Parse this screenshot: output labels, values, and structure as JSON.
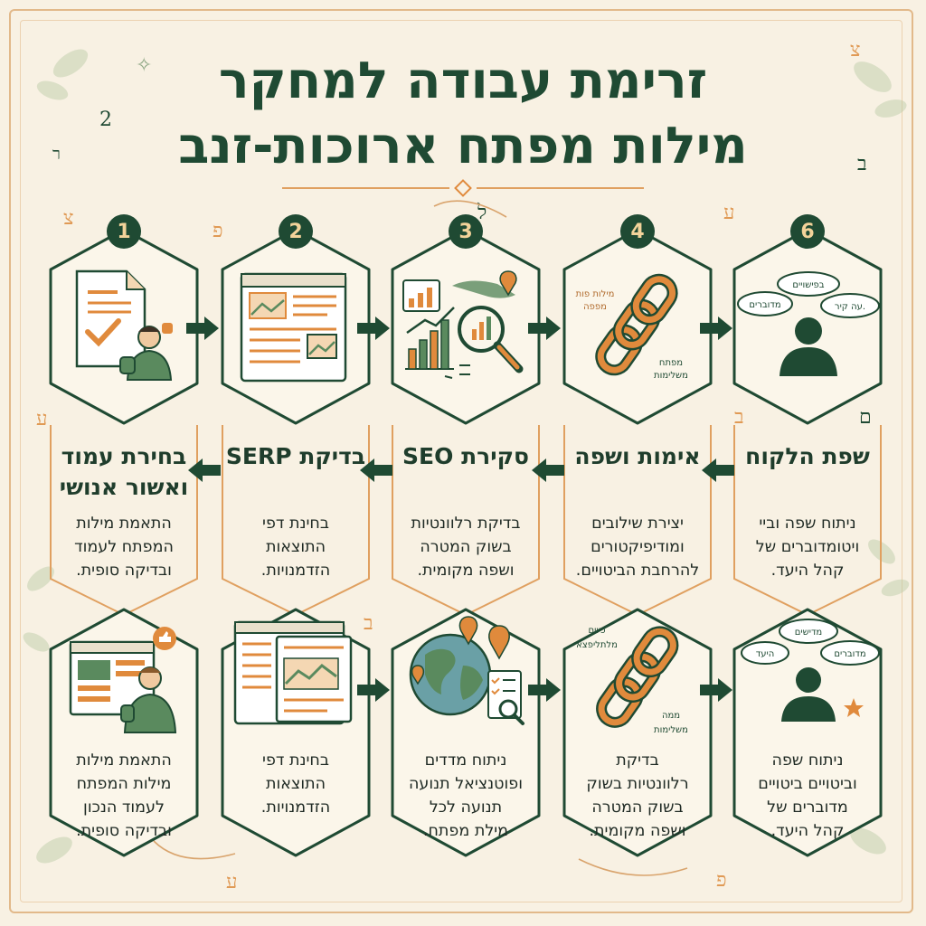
{
  "title": {
    "line1": "זרימת עבודה למחקר",
    "line2": "מילות מפתח ארוכות-זנב"
  },
  "steps": [
    {
      "number": "1",
      "title": "בחירת עמוד ואשור אנושי",
      "desc": "התאמת מילות\nהמפתח לעמוד\nובדיקה סופית."
    },
    {
      "number": "2",
      "title": "בדיקת SERP",
      "desc": "בחינת דפי\nהתוצאות\nהזדמנויות."
    },
    {
      "number": "3",
      "title": "סקירת SEO",
      "desc": "בדיקת רלוונטיות\nבשוק המטרה\nושפה מקומית."
    },
    {
      "number": "4",
      "title": "אימות ושפה",
      "desc": "יצירת שילובים\nומודיפיקטורים\nלהרחבת הביטויים."
    },
    {
      "number": "6",
      "title": "שפת הלקוח",
      "desc": "ניתוח שפה וביי\nויטומדוברים של\nקהל היעד."
    }
  ],
  "bottom_steps": [
    {
      "desc": "התאמת מילות\nמילות המפתח\nלעמוד הנכון\nובדיקה סופית."
    },
    {
      "desc": "בחינת דפי\nהתוצאות\nהזדמנויות."
    },
    {
      "desc": "ניתוח מדדים\nופוטנציאל תנועה\nתנועה לכל\nמילת מפתח."
    },
    {
      "desc": "בדיקת\nרלוונטיות בשוק\nבשוק המטרה\nושפה מקומית."
    },
    {
      "desc": "ניתוח שפה\nוביטויים ביטויים\nמדוברים של\nקהל היעד."
    }
  ],
  "icon_labels": {
    "chain_top_a": "מילות פות",
    "chain_top_a2": "מפפה",
    "chain_top_b": "מפתח",
    "chain_top_b2": "משלימות",
    "bubble_top_1": "בפישויים",
    "bubble_top_2": "מדוברים",
    "bubble_top_3": "עה קיר.",
    "chain_bot_a": "כיוים",
    "chain_bot_a2": "מלתליפצא",
    "chain_bot_b": "ממה",
    "chain_bot_b2": "משלימות",
    "bubble_bot_1": "מדישים",
    "bubble_bot_2": "היעד",
    "bubble_bot_3": "מדוברים"
  },
  "colors": {
    "dark_green": "#1f4a33",
    "orange": "#e08a3c",
    "cream": "#f8f1e3",
    "light_green": "#5a8a5e"
  }
}
